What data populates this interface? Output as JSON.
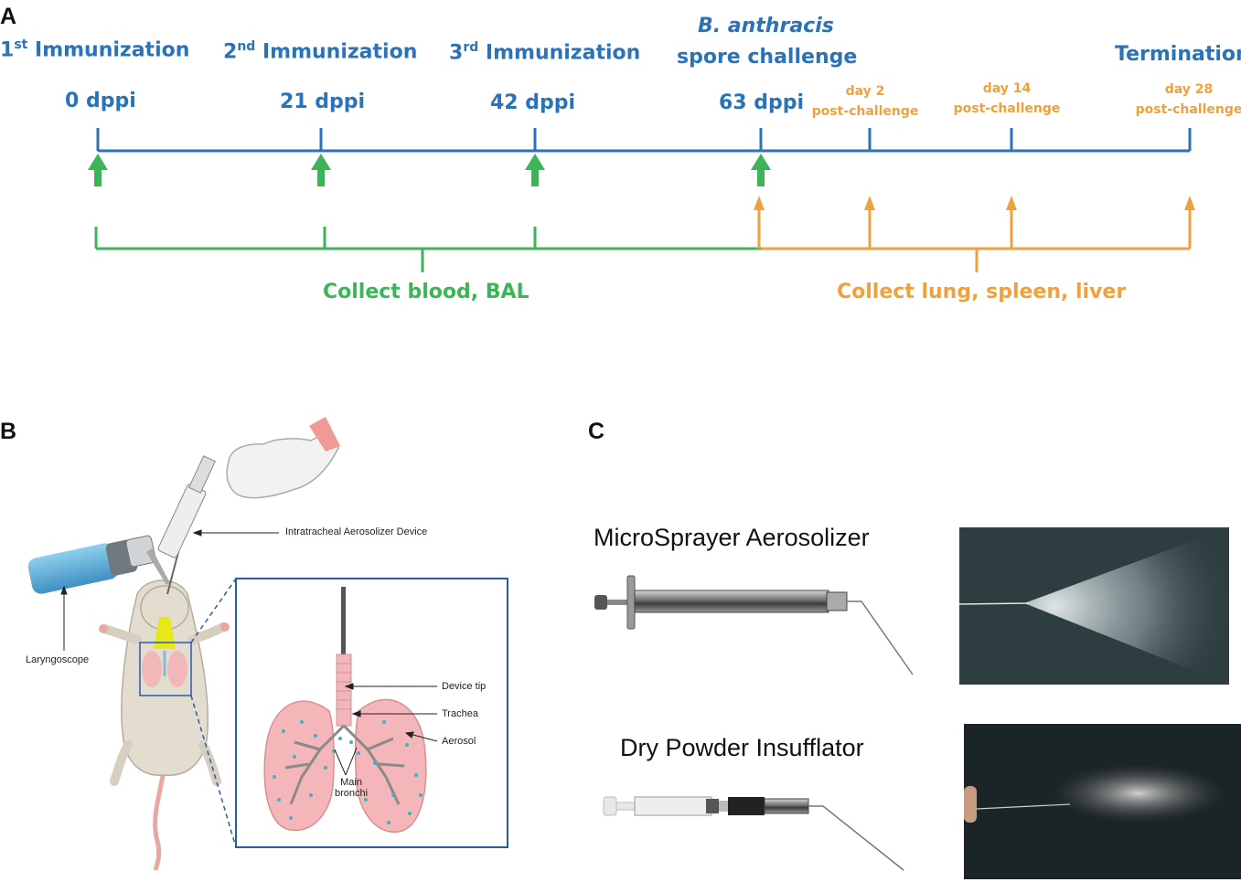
{
  "panels": {
    "a": "A",
    "b": "B",
    "c": "C"
  },
  "timeline": {
    "events": [
      {
        "prefix": "1",
        "sup": "st",
        "text": " Immunization",
        "dppi": "0 dppi"
      },
      {
        "prefix": "2",
        "sup": "nd",
        "text": " Immunization",
        "dppi": "21 dppi"
      },
      {
        "prefix": "3",
        "sup": "rd",
        "text": " Immunization",
        "dppi": "42 dppi"
      }
    ],
    "challenge": {
      "line1": "B. anthracis",
      "line2": "spore challenge",
      "dppi": "63 dppi"
    },
    "termination": "Termination",
    "post": [
      {
        "day": "day 2",
        "sub": "post-challenge"
      },
      {
        "day": "day 14",
        "sub": "post-challenge"
      },
      {
        "day": "day 28",
        "sub": "post-challenge"
      }
    ],
    "collect_green": "Collect blood, BAL",
    "collect_orange": "Collect lung, spleen, liver"
  },
  "panel_b": {
    "device": "Intratracheal Aerosolizer Device",
    "laryngoscope": "Laryngoscope",
    "device_tip": "Device tip",
    "trachea": "Trachea",
    "aerosol": "Aerosol",
    "main": "Main",
    "bronchi": "bronchi"
  },
  "panel_c": {
    "microsprayer": "MicroSprayer Aerosolizer",
    "insufflator": "Dry Powder Insufflator"
  },
  "colors": {
    "blue": "#2a73b8",
    "green": "#3cb558",
    "orange": "#f0a03c"
  }
}
